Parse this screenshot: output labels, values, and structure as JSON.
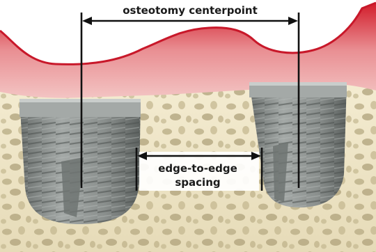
{
  "labels": {
    "centerpoint": "osteotomy centerpoint",
    "spacing_line1": "edge-to-edge",
    "spacing_line2": "spacing"
  },
  "colors": {
    "gum": "#e4a2a3",
    "gum_edge": "#d11f2c",
    "bone": "#efe6c7",
    "bone_pore": "#b9ad86",
    "implant": "#8f9492",
    "implant_dark": "#5e6361",
    "line": "#111111"
  },
  "icons": [
    "left-implant",
    "right-implant",
    "gum-tissue",
    "bone"
  ]
}
